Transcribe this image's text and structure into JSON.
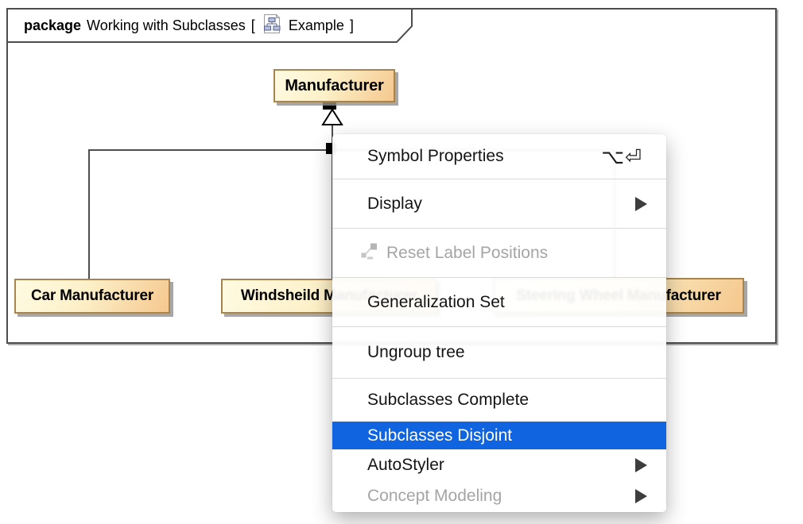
{
  "frame": {
    "keyword": "package",
    "title": "Working with Subclasses",
    "open_bracket": "[",
    "diagram_name": "Example",
    "close_bracket": "]"
  },
  "diagram": {
    "superclass": "Manufacturer",
    "subclasses": [
      "Car Manufacturer",
      "Windsheild Manufacturer",
      "Steering Wheel Manufacturer"
    ],
    "node_fill_start": "#FFFBE2",
    "node_fill_end": "#F5C88E",
    "node_border_color": "#A8854F",
    "line_color": "#4D4D4D"
  },
  "context_menu": {
    "highlight_color": "#1064E0",
    "items": [
      {
        "label": "Symbol Properties",
        "shortcut": "⌥⏎",
        "enabled": true
      },
      {
        "label": "Display",
        "submenu": true,
        "enabled": true
      },
      {
        "label": "Reset Label Positions",
        "icon": "reset-label-positions-icon",
        "enabled": false
      },
      {
        "label": "Generalization Set",
        "enabled": true
      },
      {
        "label": "Ungroup tree",
        "enabled": true
      },
      {
        "label": "Subclasses Complete",
        "enabled": true
      },
      {
        "label": "Subclasses Disjoint",
        "enabled": true,
        "highlighted": true
      },
      {
        "label": "AutoStyler",
        "submenu": true,
        "enabled": true
      },
      {
        "label": "Concept Modeling",
        "submenu": true,
        "enabled": false
      }
    ]
  }
}
